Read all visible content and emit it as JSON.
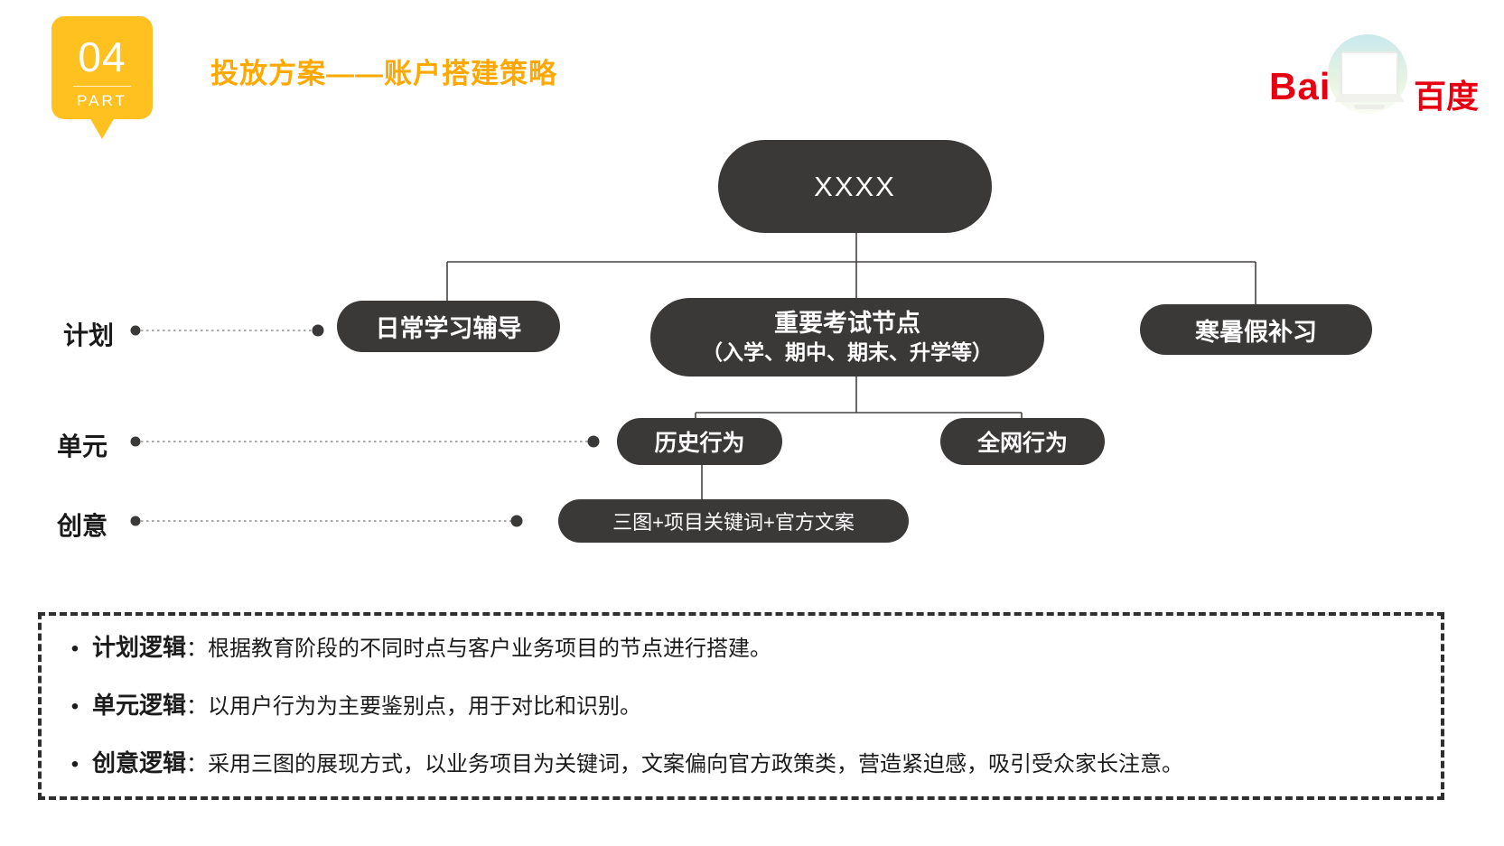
{
  "badge": {
    "number": "04",
    "label": "PART"
  },
  "title": "投放方案——账户搭建策略",
  "logo": {
    "bai": "Bai",
    "cn": "百度"
  },
  "colors": {
    "badge_yellow": "#FFC120",
    "title_orange": "#FFA900",
    "node_dark": "#3B3838",
    "baidu_red": "#E60012"
  },
  "tree": {
    "root_label": "XXXX",
    "row_labels": {
      "plan": "计划",
      "unit": "单元",
      "creative": "创意"
    },
    "node_daily": "日常学习辅导",
    "node_exam_title": "重要考试节点",
    "node_exam_sub": "（入学、期中、期末、升学等）",
    "node_holiday": "寒暑假补习",
    "node_history": "历史行为",
    "node_network": "全网行为",
    "node_creative": "三图+项目关键词+官方文案"
  },
  "notes": [
    {
      "bullet": "•",
      "term": "计划逻辑",
      "text": "：根据教育阶段的不同时点与客户业务项目的节点进行搭建。"
    },
    {
      "bullet": "•",
      "term": "单元逻辑",
      "text": "：以用户行为为主要鉴别点，用于对比和识别。"
    },
    {
      "bullet": "•",
      "term": "创意逻辑",
      "text": "：采用三图的展现方式，以业务项目为关键词，文案偏向官方政策类，营造紧迫感，吸引受众家长注意。"
    }
  ]
}
